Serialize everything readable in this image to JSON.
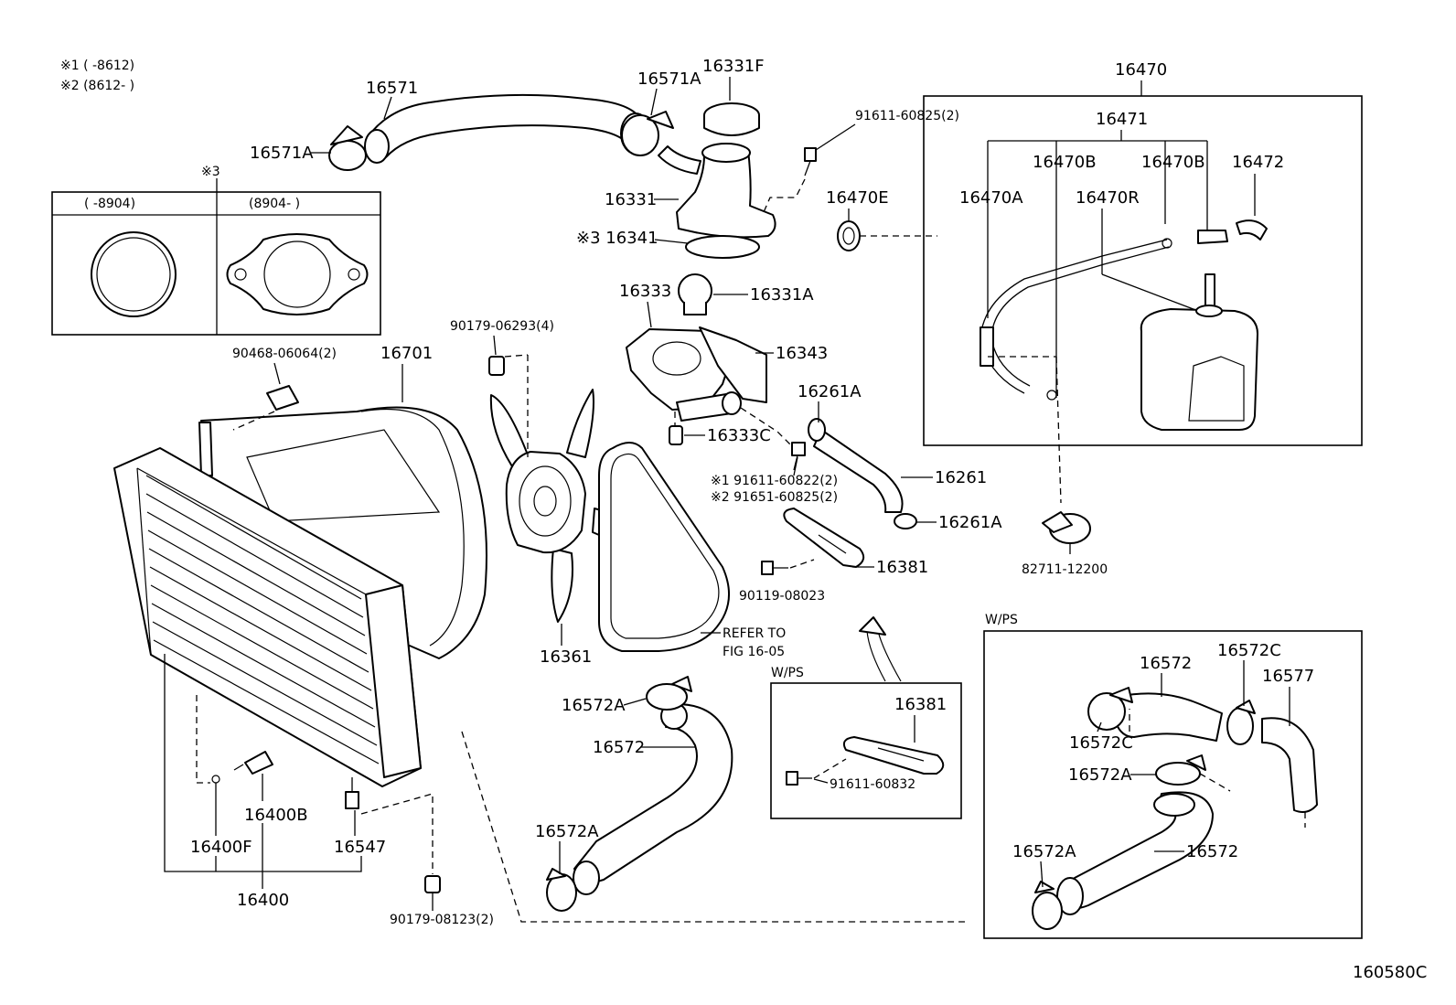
{
  "notes": {
    "n1": "※1 (      -8612)",
    "n2": "※2 (8612-      )",
    "n3": "※3",
    "gasket_left": "(      -8904)",
    "gasket_right": "(8904-      )"
  },
  "labels": {
    "p16571": "16571",
    "p16571A_top": "16571A",
    "p16571A_left": "16571A",
    "p16331F": "16331F",
    "p91611_60825": "91611-60825(2)",
    "p16331": "16331",
    "p16341": "※3 16341",
    "p16333": "16333",
    "p16331A": "16331A",
    "p90179_06293": "90179-06293(4)",
    "p16343": "16343",
    "p90468": "90468-06064(2)",
    "p16701": "16701",
    "p16261A_top": "16261A",
    "p16333C": "16333C",
    "p16261": "16261",
    "p91611_60822": "※1 91611-60822(2)",
    "p91651_60825": "※2 91651-60825(2)",
    "p16261A_bot": "16261A",
    "p16381": "16381",
    "p90119": "90119-08023",
    "p16361": "16361",
    "refer1": "REFER TO",
    "refer2": "FIG 16-05",
    "wps_mid": "W/PS",
    "p16381_b": "16381",
    "p91611_60832": "91611-60832",
    "p16572A_a": "16572A",
    "p16572_a": "16572",
    "p16572A_b": "16572A",
    "p16400B": "16400B",
    "p16400F": "16400F",
    "p16547": "16547",
    "p16400": "16400",
    "p90179_08123": "90179-08123(2)",
    "p16470": "16470",
    "p16471": "16471",
    "p16470B_1": "16470B",
    "p16470B_2": "16470B",
    "p16472": "16472",
    "p16470E": "16470E",
    "p16470A": "16470A",
    "p16470R": "16470R",
    "p82711": "82711-12200",
    "wps_right": "W/PS",
    "p16572_r1": "16572",
    "p16572C_1": "16572C",
    "p16577": "16577",
    "p16572C_2": "16572C",
    "p16572A_r1": "16572A",
    "p16572A_r2": "16572A",
    "p16572_r2": "16572",
    "figcode": "160580C"
  }
}
